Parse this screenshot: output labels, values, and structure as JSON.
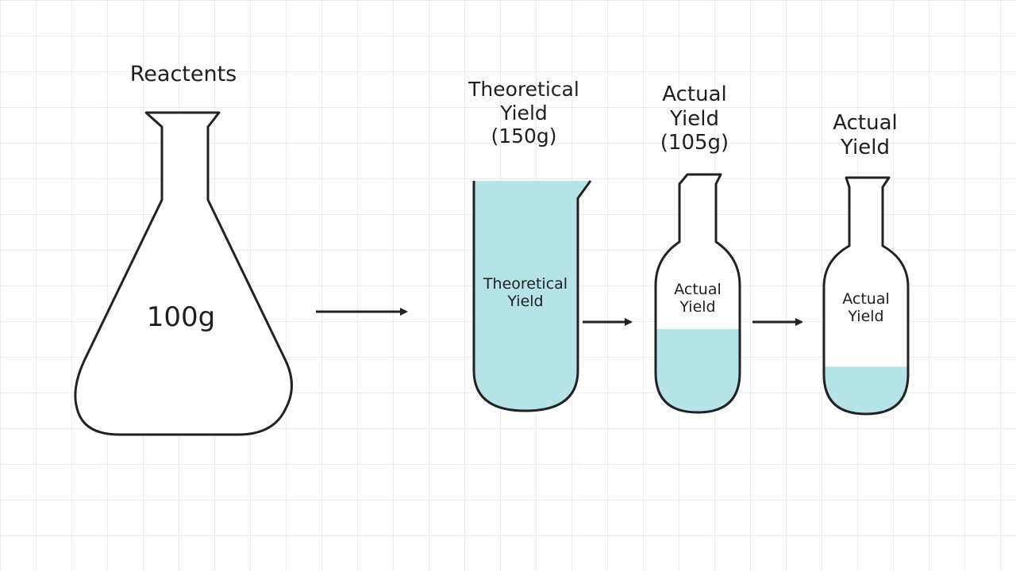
{
  "colors": {
    "outline": "#222222",
    "liquid": "#b5e3e8",
    "vessel_fill": "#ffffff",
    "grid": "#ececec"
  },
  "reactants": {
    "heading": "Reactents",
    "mass": "100g"
  },
  "theoretical": {
    "heading_line1": "Theoretical",
    "heading_line2": "Yield",
    "heading_line3": "(150g)",
    "inner_line1": "Theoretical",
    "inner_line2": "Yield",
    "fill_fraction": 1.0
  },
  "actual_1": {
    "heading_line1": "Actual",
    "heading_line2": "Yield",
    "heading_line3": "(105g)",
    "inner_line1": "Actual",
    "inner_line2": "Yield",
    "fill_fraction": 0.35
  },
  "actual_2": {
    "heading_line1": "Actual",
    "heading_line2": "Yield",
    "inner_line1": "Actual",
    "inner_line2": "Yield",
    "fill_fraction": 0.2
  }
}
